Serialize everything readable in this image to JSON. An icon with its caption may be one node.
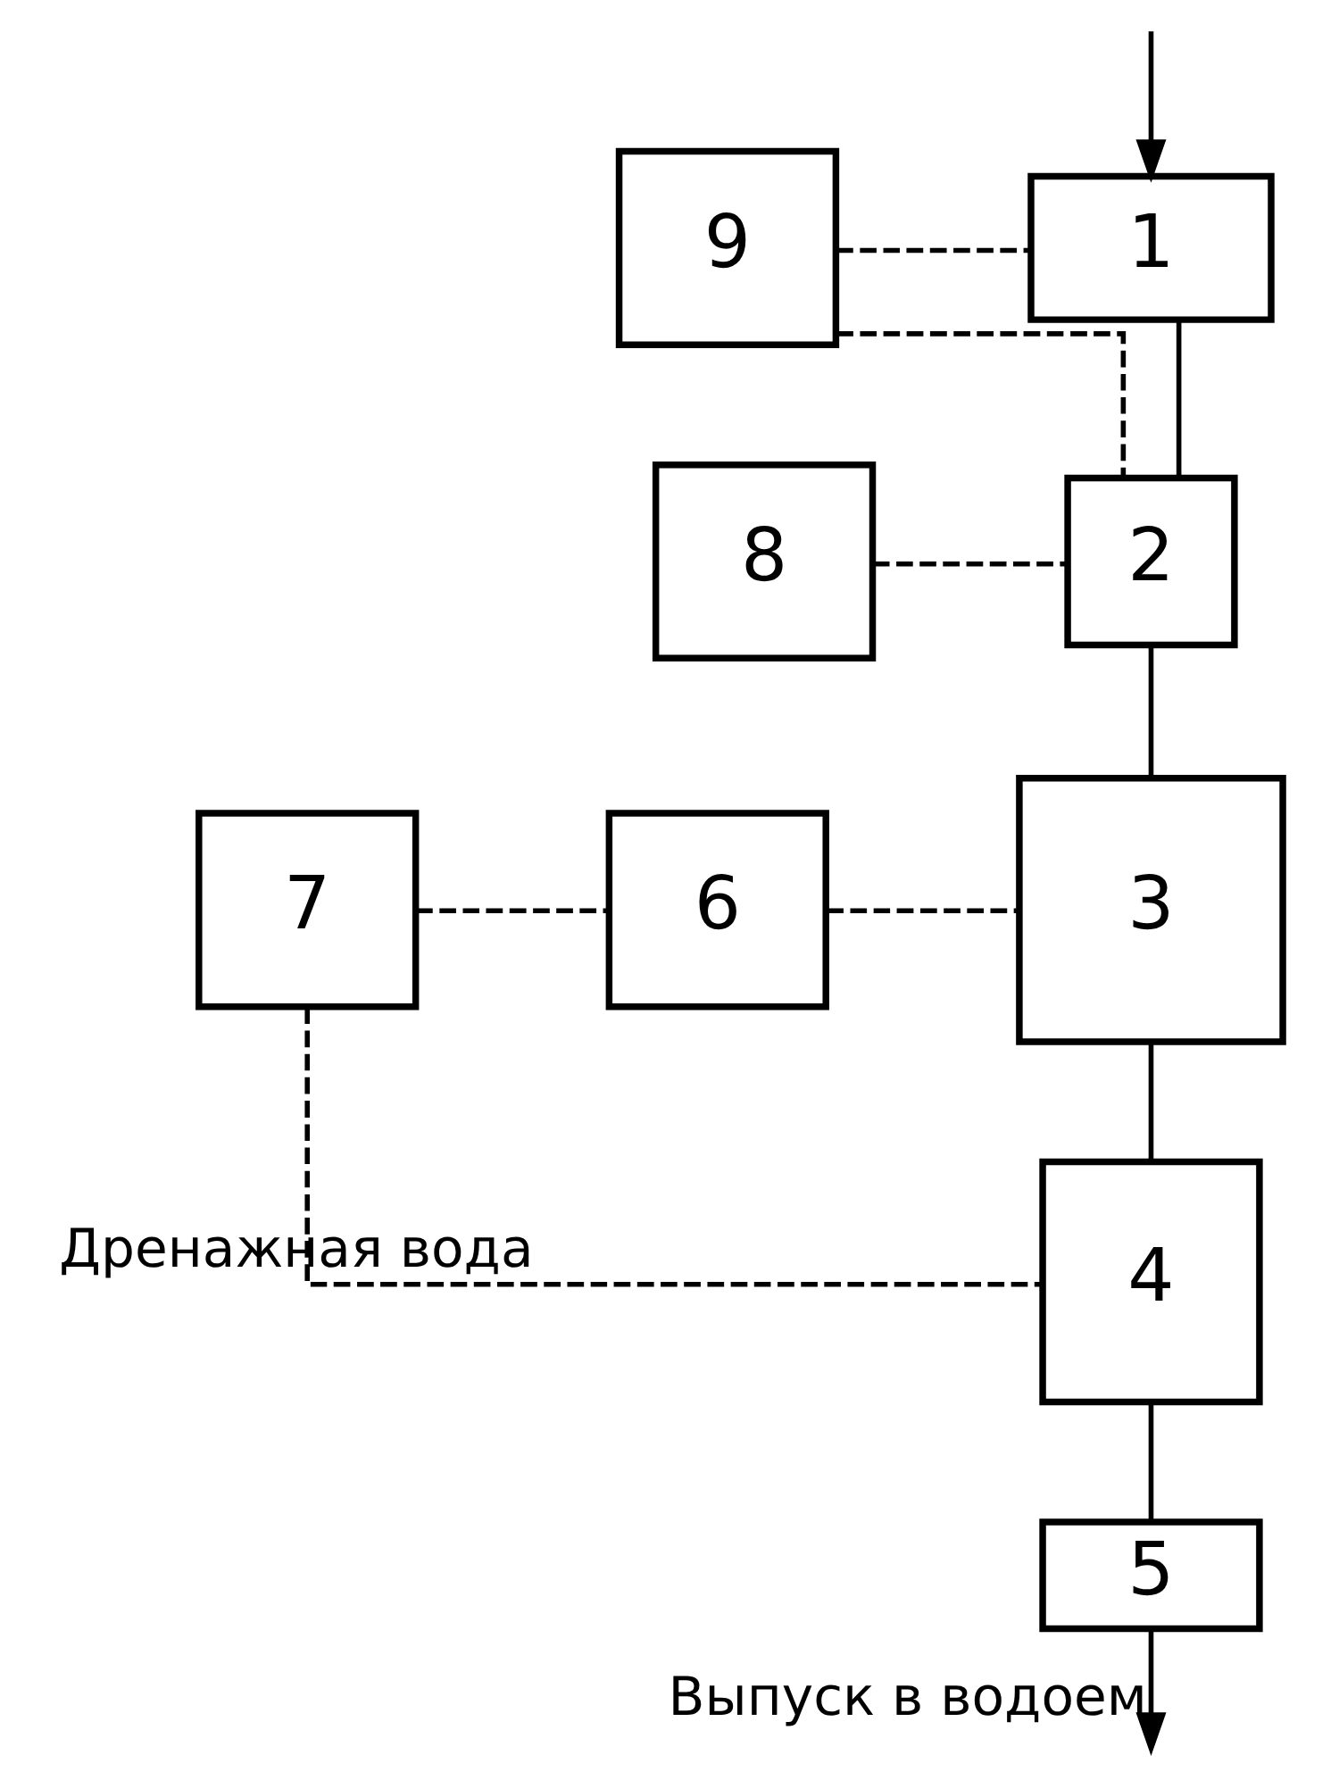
{
  "diagram": {
    "nodes": [
      {
        "text": [
          "1"
        ]
      },
      {
        "text": [
          "2"
        ]
      },
      {
        "text": [
          "3"
        ]
      },
      {
        "text": [
          "4"
        ]
      },
      {
        "text": [
          "5"
        ]
      },
      {
        "text": [
          "6"
        ]
      },
      {
        "text": [
          "7"
        ]
      },
      {
        "text": [
          "8"
        ]
      },
      {
        "text": [
          "9"
        ]
      }
    ],
    "edges": [
      {
        "from": null,
        "to": 0,
        "arrow": "to"
      },
      {
        "from": 0,
        "to": 1,
        "arrow": "none"
      },
      {
        "from": 1,
        "to": 2,
        "arrow": "none"
      },
      {
        "from": 2,
        "to": 3,
        "arrow": "none"
      },
      {
        "from": 3,
        "to": 4,
        "arrow": "none"
      },
      {
        "from": 4,
        "to": null,
        "arrow": "to",
        "label": "Выпуск в водоем"
      },
      {
        "from": 8,
        "to": 0,
        "arrow": "none",
        "style": "dashed"
      },
      {
        "from": 8,
        "to": 1,
        "arrow": "none",
        "style": "dashed"
      },
      {
        "from": 7,
        "to": 1,
        "arrow": "none",
        "style": "dashed"
      },
      {
        "from": 6,
        "to": 5,
        "arrow": "none",
        "style": "dashed"
      },
      {
        "from": 5,
        "to": 2,
        "arrow": "none",
        "style": "dashed"
      },
      {
        "from": 6,
        "to": 3,
        "arrow": "none",
        "style": "dashed",
        "label": "Дренажная вода"
      }
    ]
  }
}
